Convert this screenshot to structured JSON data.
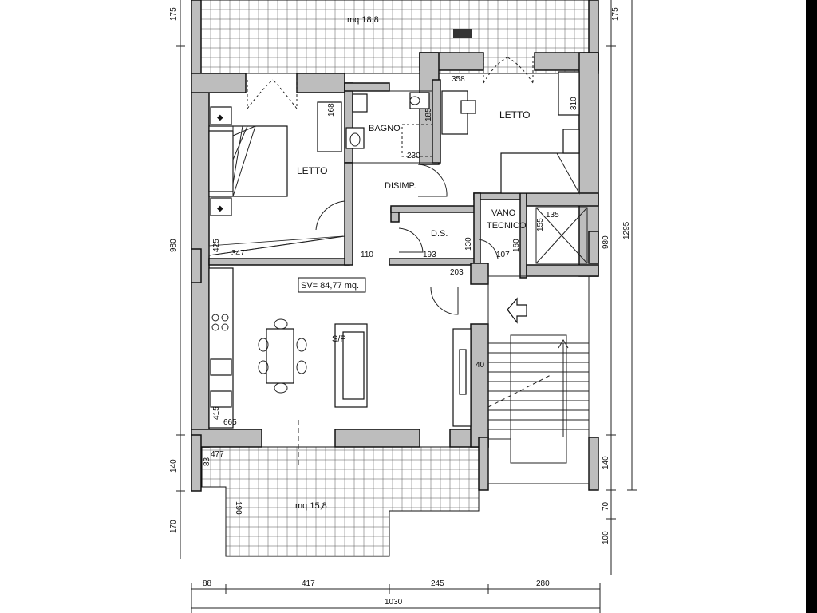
{
  "plan": {
    "terrace_top_area": "mq 18,8",
    "terrace_bottom_area": "mq 15,8",
    "surface_label": "SV= 84,77 mq.",
    "rooms": {
      "letto_left": "LETTO",
      "letto_right": "LETTO",
      "bagno": "BAGNO",
      "disimp": "DISIMP.",
      "ds": "D.S.",
      "vano_tecnico_1": "VANO",
      "vano_tecnico_2": "TECNICO",
      "soggiorno": "S/P"
    },
    "dimensions": {
      "left_175": "175",
      "left_980": "980",
      "left_140": "140",
      "left_170": "170",
      "right_175": "175",
      "right_980": "980",
      "right_1295": "1295",
      "right_140": "140",
      "right_70": "70",
      "right_100": "100",
      "bottom_88": "88",
      "bottom_417": "417",
      "bottom_245": "245",
      "bottom_280": "280",
      "bottom_1030": "1030",
      "inner_358": "358",
      "inner_310": "310",
      "inner_168": "168",
      "inner_185": "185",
      "inner_230": "230",
      "inner_425": "425",
      "inner_347": "347",
      "inner_110": "110",
      "inner_193": "193",
      "inner_130": "130",
      "inner_107": "107",
      "inner_160": "160",
      "inner_155": "155",
      "inner_135": "135",
      "inner_203": "203",
      "inner_40": "40",
      "inner_415": "415",
      "inner_665": "665",
      "inner_477": "477",
      "inner_83": "83",
      "inner_190": "190"
    }
  }
}
